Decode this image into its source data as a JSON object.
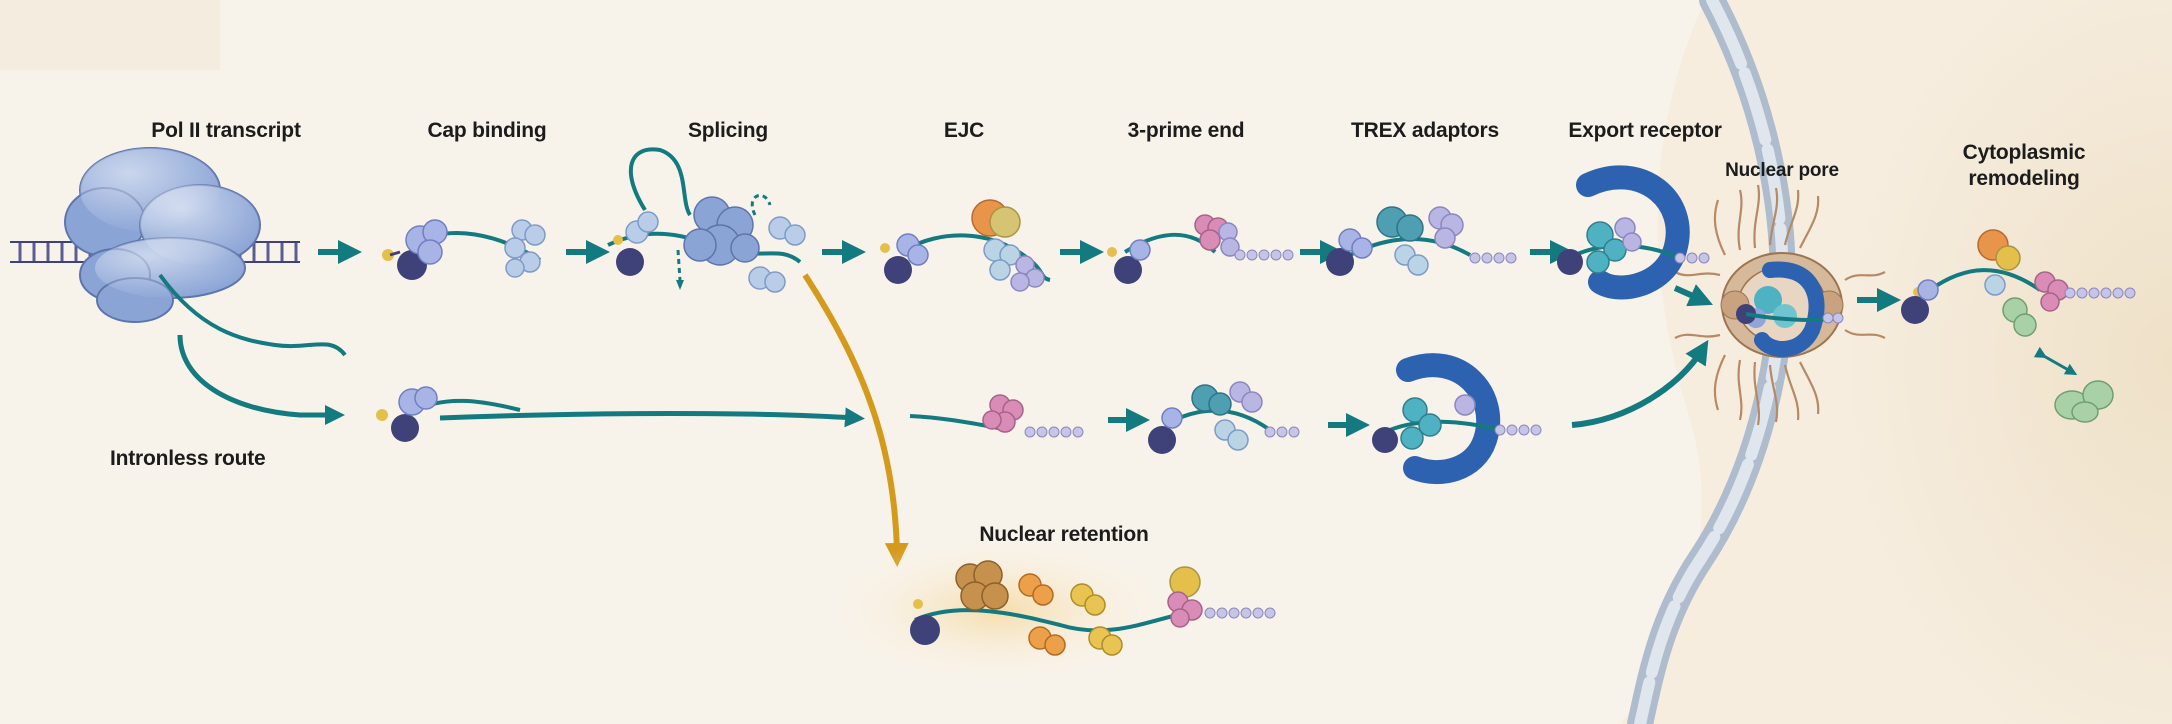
{
  "labels": {
    "pol2": "Pol II transcript",
    "cap": "Cap binding",
    "splicing": "Splicing",
    "ejc": "EJC",
    "threeprime": "3-prime end",
    "trex": "TREX adaptors",
    "export": "Export receptor",
    "pore": "Nuclear pore",
    "cyto_line1": "Cytoplasmic",
    "cyto_line2": "remodeling",
    "intronless": "Intronless route",
    "retention": "Nuclear retention"
  },
  "colors": {
    "background": "#f8f3ea",
    "cytoplasm": "#f4e9d6",
    "rna": "#137a80",
    "arrow": "#137a80",
    "retention_arrow": "#d49a1c",
    "polymerase": "#8aa4d6",
    "cap_protein": "#3f4179",
    "export_receptor": "#2c62b0",
    "membrane": "#aebccd",
    "pore_basket": "#b68a64"
  }
}
